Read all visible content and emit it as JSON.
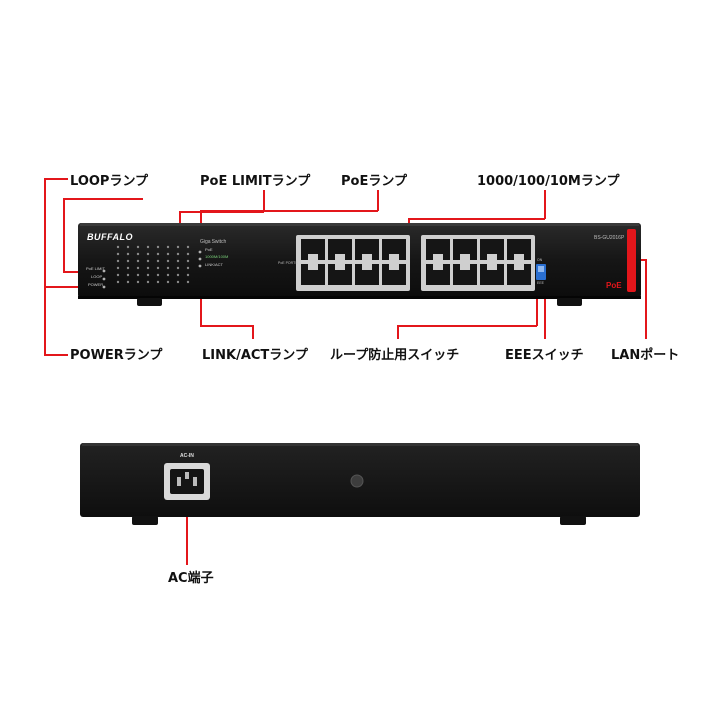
{
  "front_labels": {
    "loop": "LOOPランプ",
    "poe_limit": "PoE LIMITランプ",
    "poe": "PoEランプ",
    "speed": "1000/100/10Mランプ",
    "power": "POWERランプ",
    "link_act": "LINK/ACTランプ",
    "loop_switch": "ループ防止用スイッチ",
    "eee_switch": "EEEスイッチ",
    "lan_port": "LANポート"
  },
  "rear_labels": {
    "ac": "AC端子"
  },
  "device": {
    "brand": "BUFFALO",
    "series": "Giga Switch",
    "model": "BS-GU2016P",
    "poe_badge": "PoE",
    "ac_in": "AC-IN",
    "panel_poe_limit": "PoE LIMIT",
    "panel_loop": "LOOP",
    "panel_power": "POWER",
    "panel_poe": "PoE",
    "panel_speed": "1000M/100M",
    "panel_link": "LINK/ACT",
    "panel_poe_ports": "PoE PORTS",
    "switch_on": "ON",
    "switch_eee": "EEE"
  },
  "colors": {
    "accent": "#e3161b",
    "chassis": "#1c1c1c",
    "port_frame": "#cfcfcf"
  }
}
